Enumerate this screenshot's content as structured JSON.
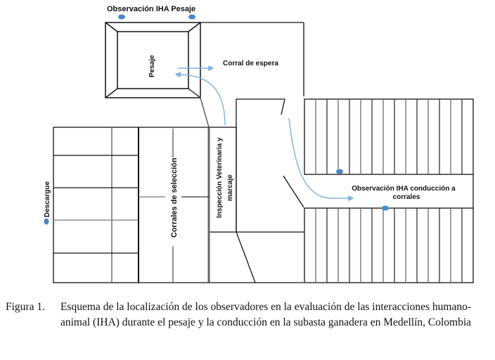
{
  "diagram": {
    "labels": {
      "obs_pesaje": "Observación IHA Pesaje",
      "pesaje": "Pesaje",
      "corral_espera": "Corral de espera",
      "inspeccion_1": "Inspección Veterinaria y",
      "inspeccion_2": "marcaje",
      "corrales_seleccion": "Corrales de selección",
      "descargue": "Descargue",
      "obs_conduccion_1": "Observación IHA conducción a",
      "obs_conduccion_2": "corrales"
    },
    "colors": {
      "wall": "#111111",
      "gate": "#6b6b6b",
      "arrow": "#7fb1dd",
      "observer": "#4a86c8"
    },
    "observers": [
      "pesaje-left",
      "pesaje-right",
      "conduccion-upper",
      "conduccion-lower",
      "descargue"
    ]
  },
  "caption": {
    "number": "Figura 1.",
    "text": "Esquema de la localización de los observadores en la evaluación de las interacciones humano-animal (IHA) durante el pesaje y la conducción en la subasta ganadera en Medellín, Colombia"
  }
}
